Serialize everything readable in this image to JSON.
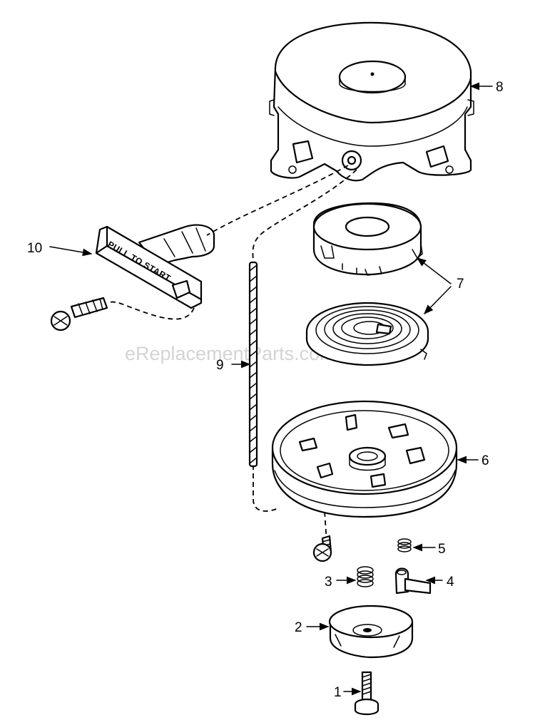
{
  "watermark": "eReplacementParts.com",
  "handle_label": "PULL TO START",
  "callouts": [
    {
      "id": "1",
      "label": "1"
    },
    {
      "id": "2",
      "label": "2"
    },
    {
      "id": "3",
      "label": "3"
    },
    {
      "id": "4",
      "label": "4"
    },
    {
      "id": "5",
      "label": "5"
    },
    {
      "id": "6",
      "label": "6"
    },
    {
      "id": "7",
      "label": "7"
    },
    {
      "id": "8",
      "label": "8"
    },
    {
      "id": "9",
      "label": "9"
    },
    {
      "id": "10",
      "label": "10"
    }
  ]
}
